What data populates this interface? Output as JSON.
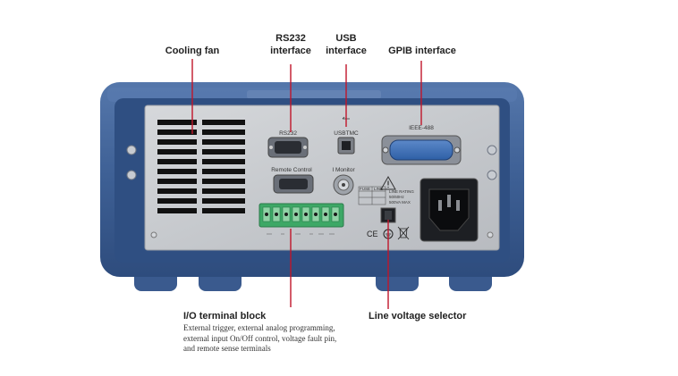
{
  "callouts": {
    "cooling_fan": "Cooling fan",
    "rs232_line1": "RS232",
    "rs232_line2": "interface",
    "usb_line1": "USB",
    "usb_line2": "interface",
    "gpib": "GPIB interface",
    "io_terminal": "I/O terminal block",
    "line_voltage": "Line voltage selector"
  },
  "io_description": [
    "External trigger, external analog programming,",
    "external input On/Off control, voltage fault pin,",
    "and remote sense terminals"
  ],
  "panel_labels": {
    "rs232": "RS232",
    "usbtmc": "USBTMC",
    "ieee": "IEEE-488",
    "remote_control": "Remote Control",
    "i_monitor": "I Monitor",
    "fuse": "FUSE",
    "line": "LINE",
    "line_rating_1": "LINE RATING",
    "line_rating_2": "50/60Hz",
    "line_rating_3": "500VA MAX"
  },
  "colors": {
    "body_blue": "#3d5f94",
    "panel_gray": "#c9ccd0",
    "terminal_green": "#3da866",
    "leader_red": "#c0152a"
  },
  "icons": [
    "usb-icon",
    "warning-icon",
    "ce-mark-icon",
    "weee-bin-icon",
    "ground-icon"
  ]
}
